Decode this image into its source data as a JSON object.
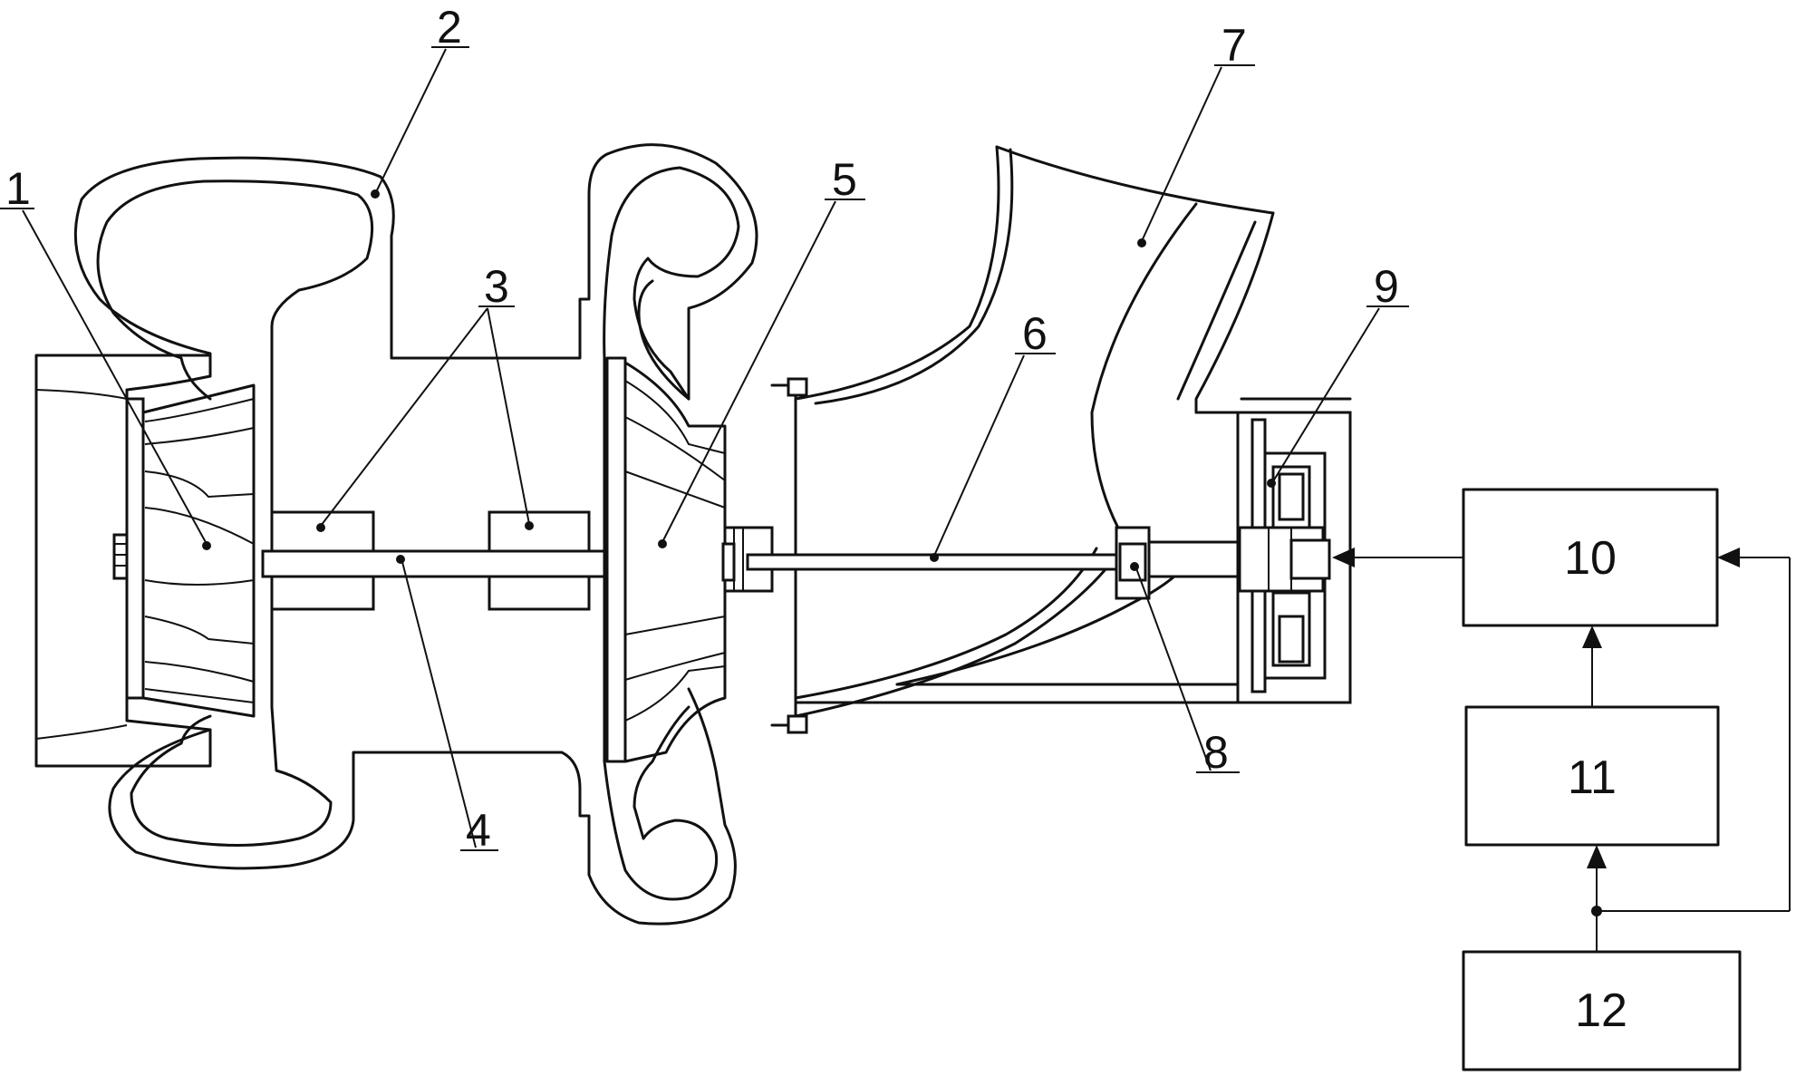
{
  "labels": {
    "l1": "1",
    "l2": "2",
    "l3": "3",
    "l4": "4",
    "l5": "5",
    "l6": "6",
    "l7": "7",
    "l8": "8",
    "l9": "9"
  },
  "blocks": {
    "b10": "10",
    "b11": "11",
    "b12": "12"
  }
}
